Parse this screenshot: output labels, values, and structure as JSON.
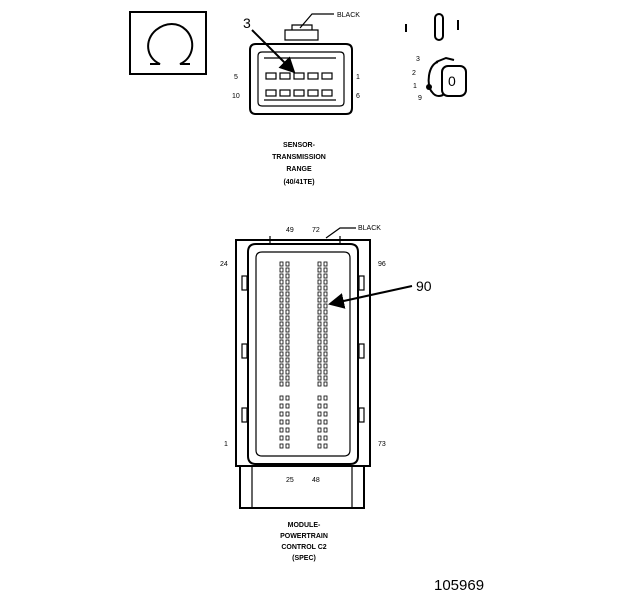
{
  "top_connector": {
    "color_label": "BLACK",
    "callout": "3",
    "pin_5": "5",
    "pin_1": "1",
    "pin_10": "10",
    "pin_6": "6",
    "caption": [
      "SENSOR-",
      "TRANSMISSION",
      "RANGE",
      "(40/41TE)"
    ]
  },
  "terminal_view": {
    "pin_3": "3",
    "pin_2": "2",
    "pin_1": "1",
    "pin_9": "9",
    "terminal_id": "0"
  },
  "bottom_connector": {
    "color_label": "BLACK",
    "callout": "90",
    "pin_49": "49",
    "pin_72": "72",
    "pin_24": "24",
    "pin_96": "96",
    "pin_1": "1",
    "pin_73": "73",
    "pin_25": "25",
    "pin_48": "48",
    "caption": [
      "MODULE-",
      "POWERTRAIN",
      "CONTROL C2",
      "(SPEC)"
    ]
  },
  "figure_number": "105969"
}
